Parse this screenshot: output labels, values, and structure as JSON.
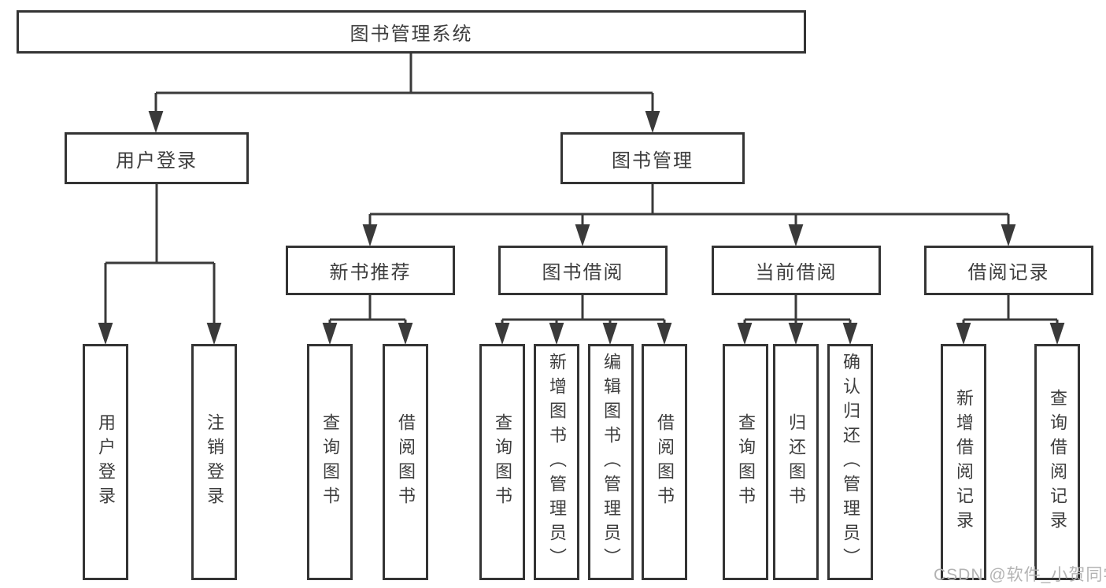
{
  "colors": {
    "line": "#3a3a3a",
    "border": "#343434",
    "text": "#3e3e3e",
    "watermark": "#b3b3b3",
    "background": "#ffffff"
  },
  "watermark": {
    "text": "CSDN @软件_小贺同学"
  },
  "tree": {
    "root": {
      "label": "图书管理系统"
    },
    "branches": [
      {
        "label": "用户登录",
        "children": [
          {
            "label": "用户登录"
          },
          {
            "label": "注销登录"
          }
        ]
      },
      {
        "label": "图书管理",
        "children": [
          {
            "label": "新书推荐",
            "children": [
              {
                "label": "查询图书"
              },
              {
                "label": "借阅图书"
              }
            ]
          },
          {
            "label": "图书借阅",
            "children": [
              {
                "label": "查询图书"
              },
              {
                "label": "新增图书（管理员）"
              },
              {
                "label": "编辑图书（管理员）"
              },
              {
                "label": "借阅图书"
              }
            ]
          },
          {
            "label": "当前借阅",
            "children": [
              {
                "label": "查询图书"
              },
              {
                "label": "归还图书"
              },
              {
                "label": "确认归还（管理员）"
              }
            ]
          },
          {
            "label": "借阅记录",
            "children": [
              {
                "label": "新增借阅记录"
              },
              {
                "label": "查询借阅记录"
              }
            ]
          }
        ]
      }
    ]
  }
}
